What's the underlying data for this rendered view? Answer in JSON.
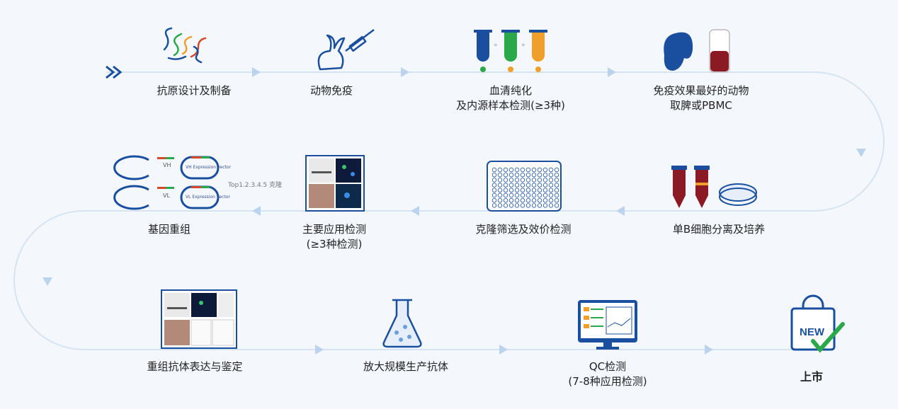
{
  "steps": [
    {
      "label_line1": "抗原设计及制备",
      "label_line2": ""
    },
    {
      "label_line1": "动物免疫",
      "label_line2": ""
    },
    {
      "label_line1": "血清纯化",
      "label_line2": "及内源样本检测(≥3种)"
    },
    {
      "label_line1": "免疫效果最好的动物",
      "label_line2": "取脾或PBMC"
    },
    {
      "label_line1": "单B细胞分离及培养",
      "label_line2": ""
    },
    {
      "label_line1": "克隆筛选及效价检测",
      "label_line2": ""
    },
    {
      "label_line1": "主要应用检测",
      "label_line2": "(≥3种检测)"
    },
    {
      "label_line1": "基因重组",
      "label_line2": ""
    },
    {
      "label_line1": "重组抗体表达与鉴定",
      "label_line2": ""
    },
    {
      "label_line1": "放大规模生产抗体",
      "label_line2": ""
    },
    {
      "label_line1": "QC检测",
      "label_line2": "(7-8种应用检测)"
    },
    {
      "label_line1": "上市",
      "label_line2": ""
    }
  ],
  "gene_recombination": {
    "vh_label": "VH",
    "vl_label": "VL",
    "vh_vector": "VH Expression vector",
    "vl_vector": "VL Expression vector",
    "clone_note": "Top1.2.3.4.5 克隆"
  },
  "new_badge": "NEW",
  "colors": {
    "accent_blue": "#1a4fa0",
    "flow_line": "#d6e3f3",
    "arrow": "#bcd3ee",
    "green_check": "#2aa84a"
  }
}
